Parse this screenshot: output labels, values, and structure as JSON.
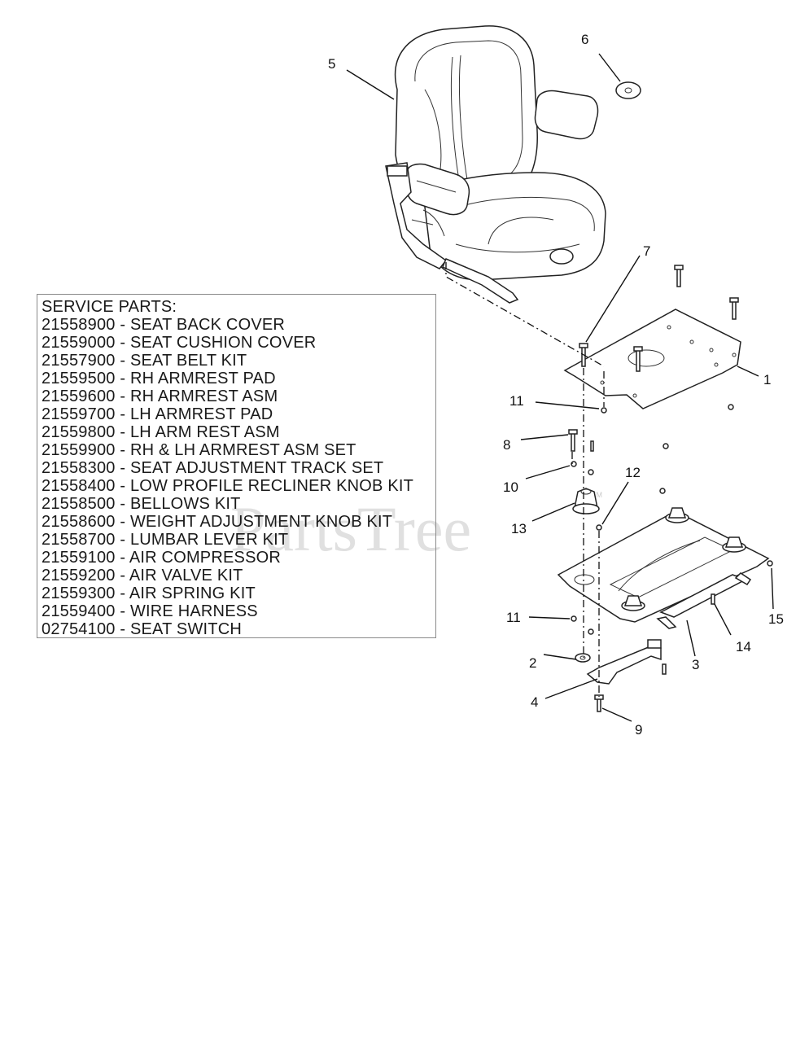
{
  "callouts": [
    "1",
    "2",
    "3",
    "4",
    "5",
    "6",
    "7",
    "8",
    "9",
    "10",
    "11",
    "11",
    "12",
    "13",
    "14",
    "15"
  ],
  "watermark": {
    "text": "PartsTree",
    "tm": "TM"
  },
  "service_parts": {
    "title": "SERVICE PARTS:",
    "items": [
      "21558900 - SEAT BACK COVER",
      "21559000 - SEAT CUSHION COVER",
      "21557900 - SEAT BELT KIT",
      "21559500 - RH ARMREST PAD",
      "21559600 - RH ARMREST ASM",
      "21559700 - LH ARMREST PAD",
      "21559800 - LH ARM REST ASM",
      "21559900 - RH & LH ARMREST ASM SET",
      "21558300 - SEAT ADJUSTMENT TRACK SET",
      "21558400 - LOW PROFILE RECLINER KNOB KIT",
      "21558500 - BELLOWS KIT",
      "21558600 - WEIGHT ADJUSTMENT KNOB KIT",
      "21558700 - LUMBAR LEVER KIT",
      "21559100 - AIR COMPRESSOR",
      "21559200 - AIR VALVE KIT",
      "21559300 - AIR SPRING KIT",
      "21559400 - WIRE HARNESS",
      "02754100 - SEAT SWITCH"
    ]
  }
}
